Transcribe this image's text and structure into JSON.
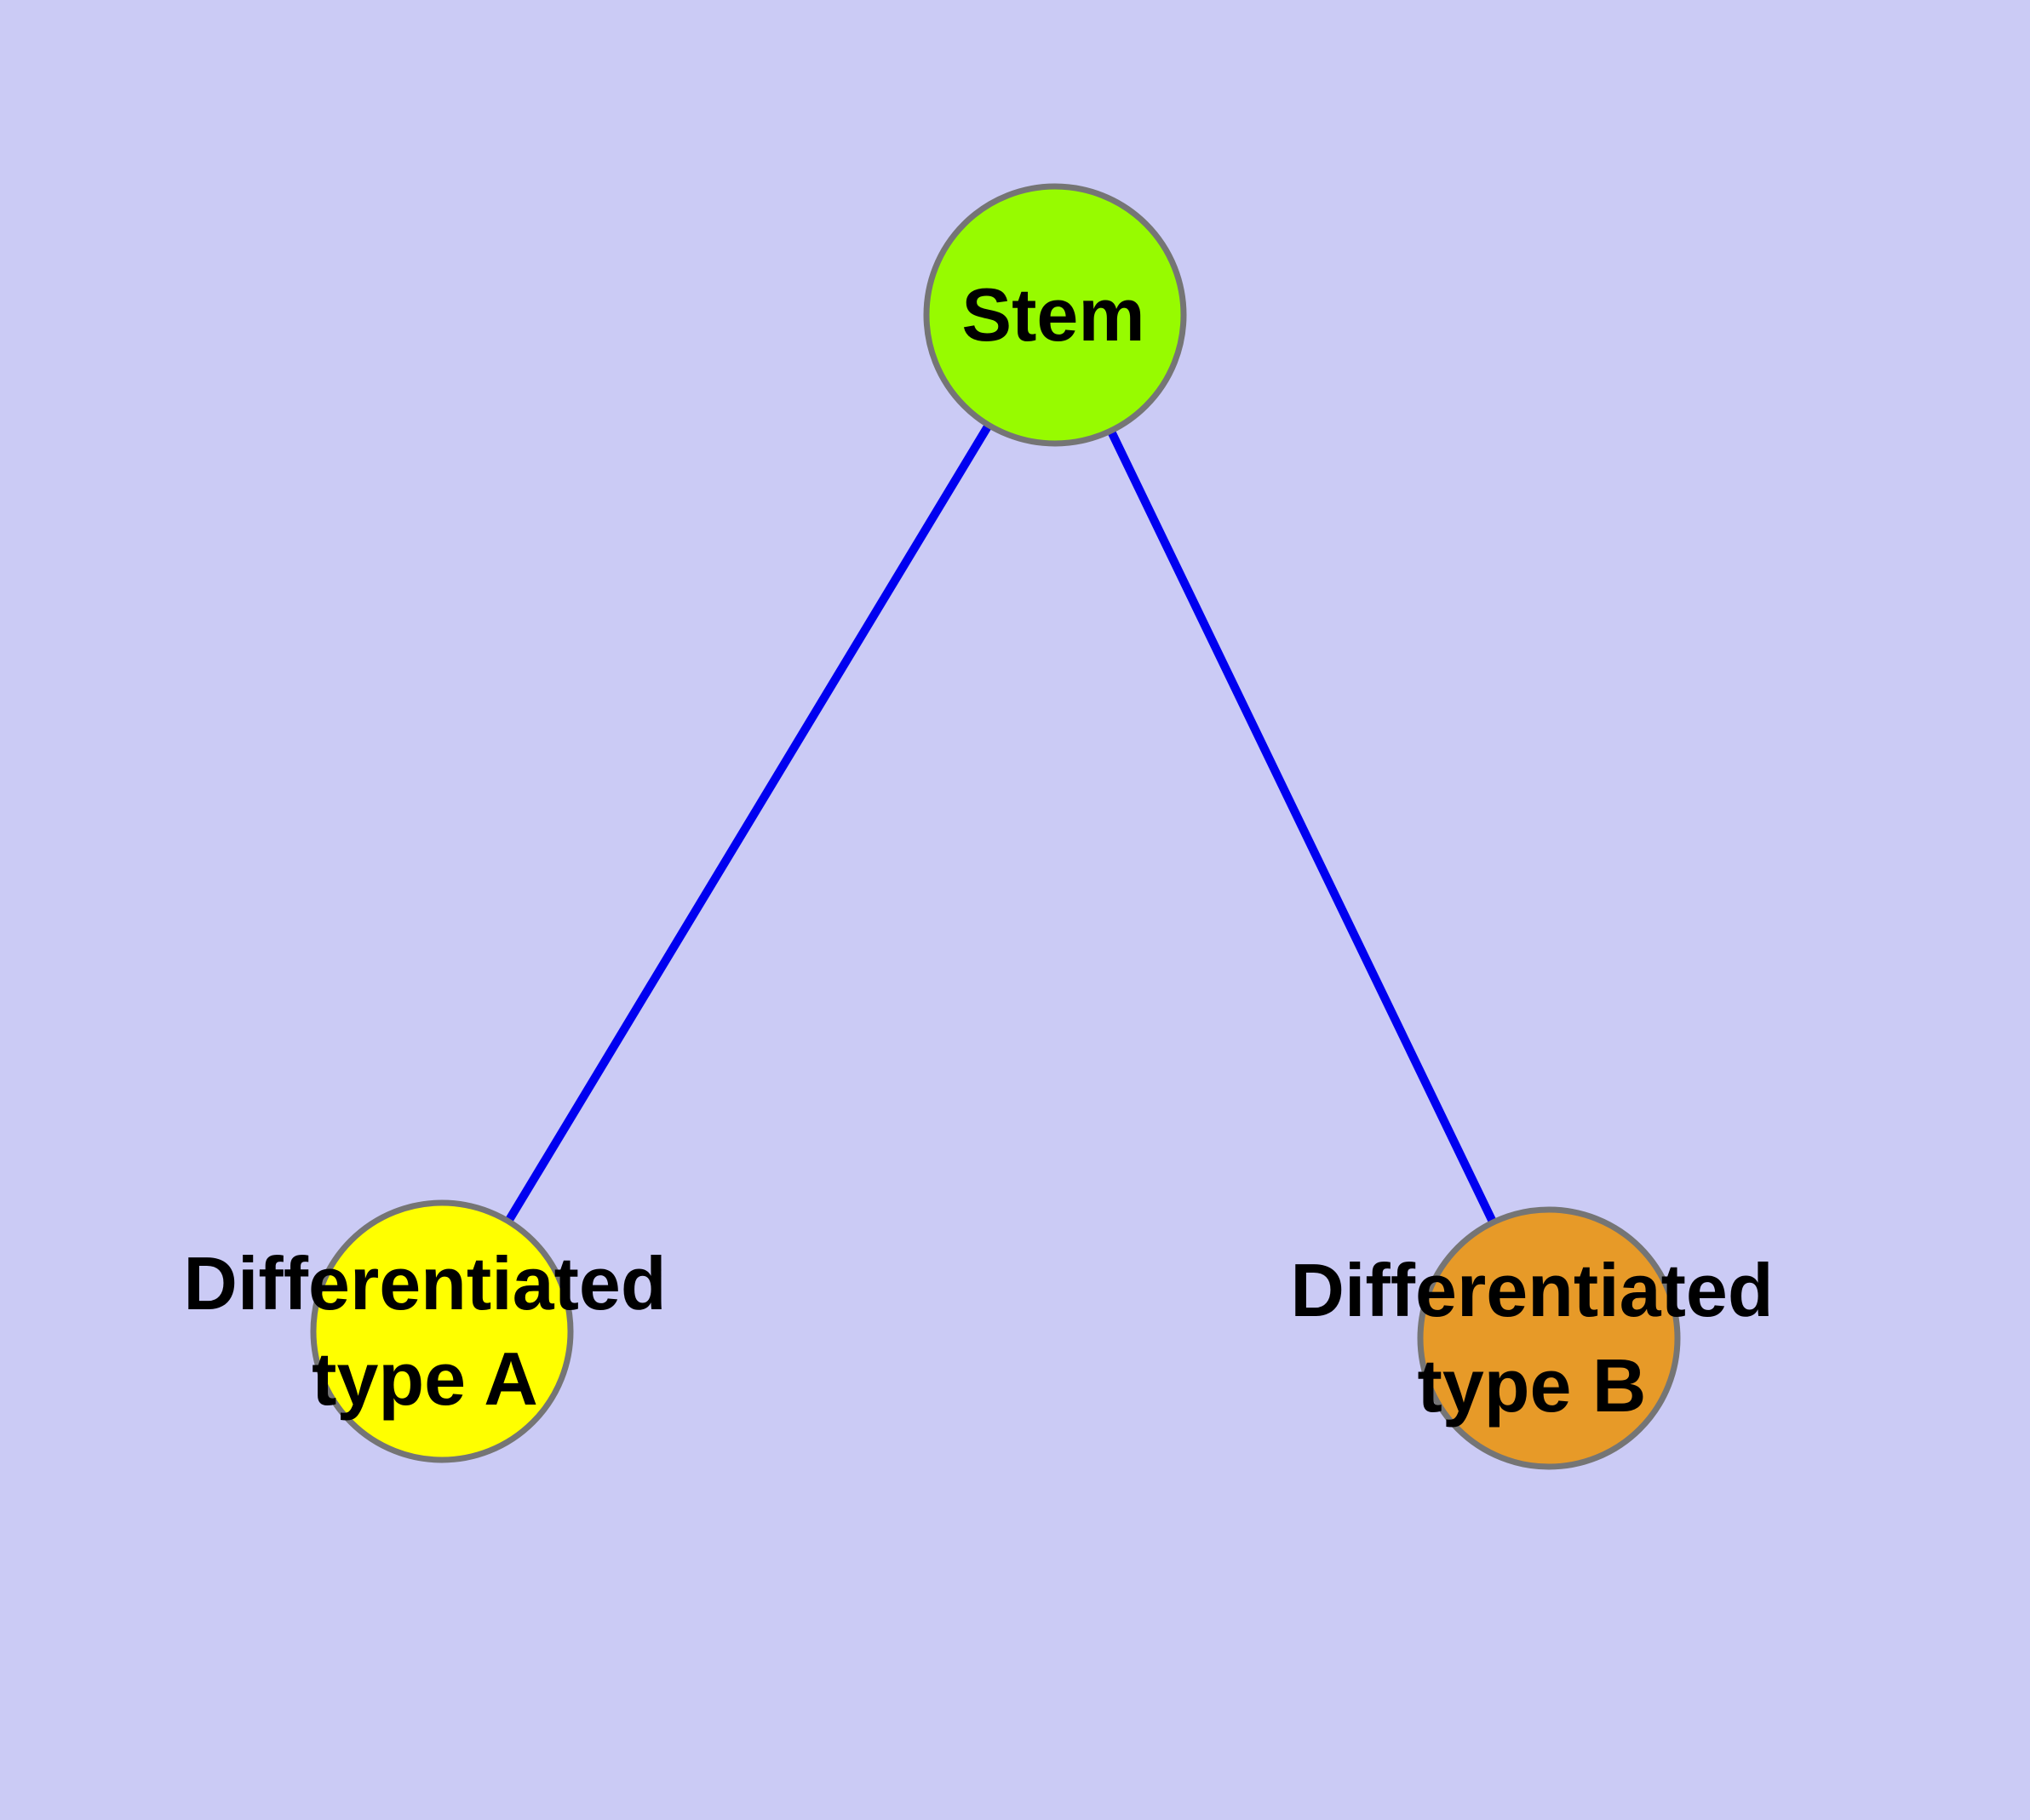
{
  "diagram": {
    "background_color": "#CBCBF5",
    "edge_color": "#0000F0",
    "node_border_color": "#757575",
    "text_color": "#000000",
    "nodes": [
      {
        "id": "stem",
        "label": "Stem",
        "lines": [
          "Stem"
        ],
        "fill": "#97FB00"
      },
      {
        "id": "differentiated-type-a",
        "label": "Differentiated type A",
        "lines": [
          "Differentiated",
          "type A"
        ],
        "fill": "#FFFF00"
      },
      {
        "id": "differentiated-type-b",
        "label": "Differentiated type B",
        "lines": [
          "Differentiated",
          "type B"
        ],
        "fill": "#E79A28"
      }
    ],
    "edges": [
      {
        "from": "Stem",
        "to": "Differentiated type A"
      },
      {
        "from": "Stem",
        "to": "Differentiated type B"
      }
    ]
  }
}
